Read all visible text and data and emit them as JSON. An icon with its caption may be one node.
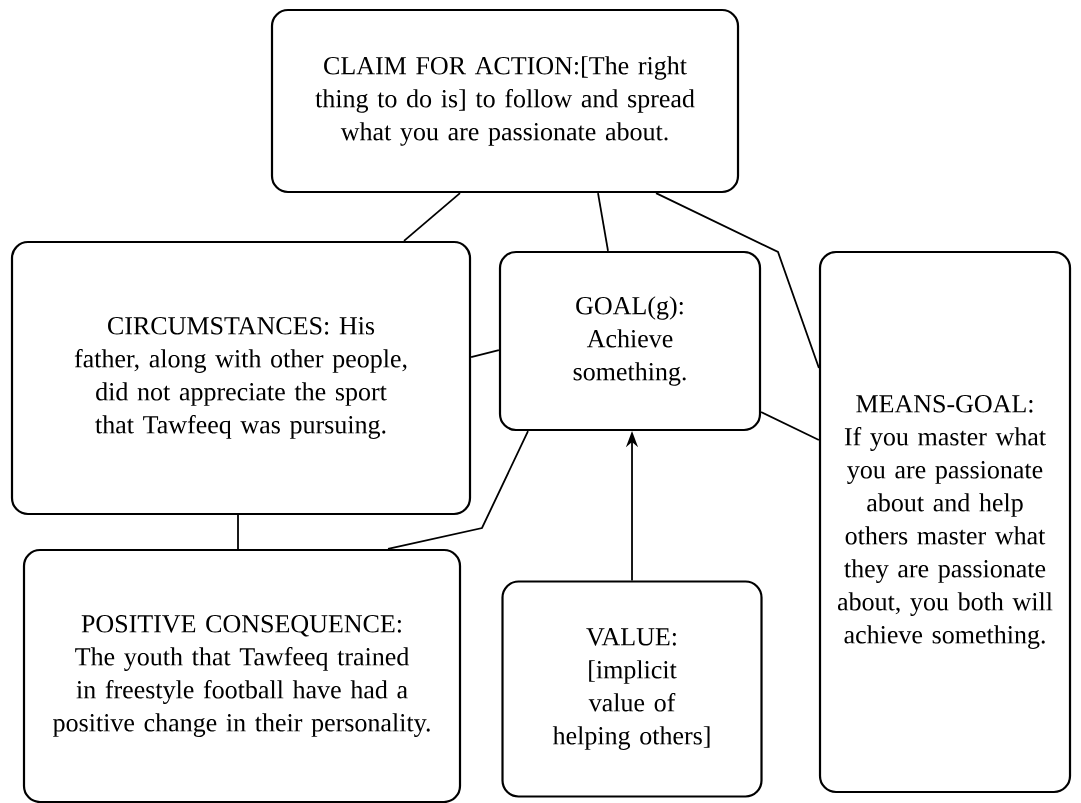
{
  "diagram": {
    "nodes": [
      {
        "text": [
          "CLAIM FOR ACTION:[The right thing to do is] to follow and spread what you are passionate about."
        ]
      },
      {
        "text": [
          "CIRCUMSTANCES: His father, along with other people, did not appreciate the sport that Tawfeeq was pursuing."
        ]
      },
      {
        "text": [
          "GOAL(g): Achieve something."
        ]
      },
      {
        "text": [
          "MEANS-GOAL: If you master what you are passionate about and help others master what they are passionate about, you both will achieve something."
        ]
      },
      {
        "text": [
          "POSITIVE CONSEQUENCE: The youth that Tawfeeq trained in freestyle football have had a positive change in their personality."
        ]
      },
      {
        "text": [
          "VALUE: [implicit value of helping others]"
        ]
      }
    ],
    "edges": [
      {
        "from": 0,
        "to": 1,
        "arrow": "none"
      },
      {
        "from": 0,
        "to": 2,
        "arrow": "none"
      },
      {
        "from": 0,
        "to": 3,
        "arrow": "none"
      },
      {
        "from": 1,
        "to": 2,
        "arrow": "none"
      },
      {
        "from": 2,
        "to": 3,
        "arrow": "none"
      },
      {
        "from": 1,
        "to": 4,
        "arrow": "none"
      },
      {
        "from": 4,
        "to": 2,
        "arrow": "none"
      },
      {
        "from": 5,
        "to": 2,
        "arrow": "to"
      }
    ]
  }
}
